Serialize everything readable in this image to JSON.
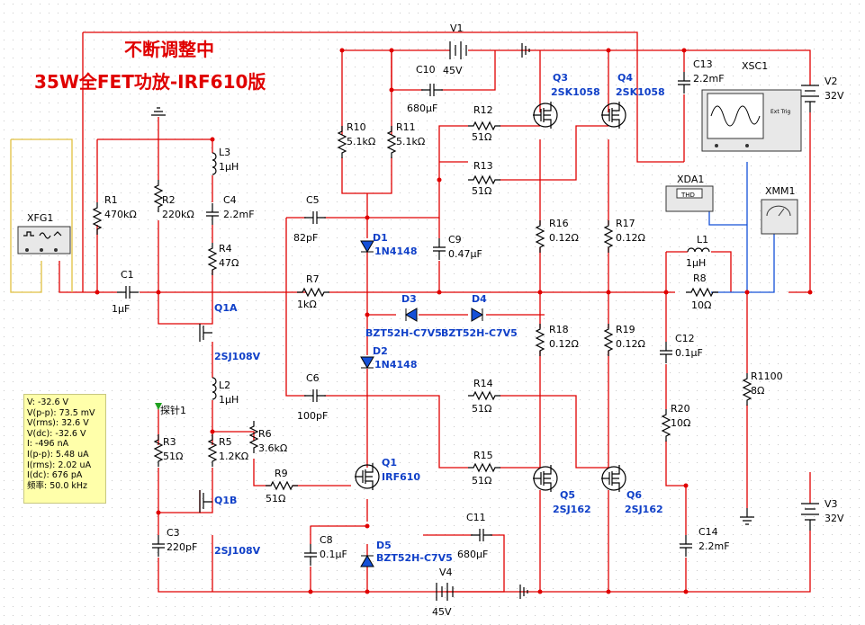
{
  "title": {
    "line1": "不断调整中",
    "line2": "35W全FET功放-IRF610版"
  },
  "components": {
    "V1": {
      "name": "V1",
      "value": "45V"
    },
    "V2": {
      "name": "V2",
      "value": "32V"
    },
    "V3": {
      "name": "V3",
      "value": "32V"
    },
    "V4": {
      "name": "V4",
      "value": "45V"
    },
    "XFG1": {
      "name": "XFG1"
    },
    "XSC1": {
      "name": "XSC1",
      "ext_trig": "Ext Trig"
    },
    "XDA1": {
      "name": "XDA1",
      "display": "THD"
    },
    "XMM1": {
      "name": "XMM1"
    },
    "R1": {
      "name": "R1",
      "value": "470kΩ"
    },
    "R2": {
      "name": "R2",
      "value": "220kΩ"
    },
    "R3": {
      "name": "R3",
      "value": "51Ω"
    },
    "R4": {
      "name": "R4",
      "value": "47Ω"
    },
    "R5": {
      "name": "R5",
      "value": "1.2KΩ"
    },
    "R6": {
      "name": "R6",
      "value": "3.6kΩ"
    },
    "R7": {
      "name": "R7",
      "value": "1kΩ"
    },
    "R8": {
      "name": "R8",
      "value": "10Ω"
    },
    "R9": {
      "name": "R9",
      "value": "51Ω"
    },
    "R10": {
      "name": "R10",
      "value": "5.1kΩ"
    },
    "R11": {
      "name": "R11",
      "value": "5.1kΩ"
    },
    "R12": {
      "name": "R12",
      "value": "51Ω"
    },
    "R13": {
      "name": "R13",
      "value": "51Ω"
    },
    "R14": {
      "name": "R14",
      "value": "51Ω"
    },
    "R15": {
      "name": "R15",
      "value": "51Ω"
    },
    "R16": {
      "name": "R16",
      "value": "0.12Ω"
    },
    "R17": {
      "name": "R17",
      "value": "0.12Ω"
    },
    "R18": {
      "name": "R18",
      "value": "0.12Ω"
    },
    "R19": {
      "name": "R19",
      "value": "0.12Ω"
    },
    "R20": {
      "name": "R20",
      "value": "10Ω"
    },
    "R1100": {
      "name": "R1100",
      "value": "8Ω"
    },
    "C1": {
      "name": "C1",
      "value": "1µF"
    },
    "C3": {
      "name": "C3",
      "value": "220pF"
    },
    "C4": {
      "name": "C4",
      "value": "2.2mF"
    },
    "C5": {
      "name": "C5",
      "value": "82pF"
    },
    "C6": {
      "name": "C6",
      "value": "100pF"
    },
    "C8": {
      "name": "C8",
      "value": "0.1µF"
    },
    "C9": {
      "name": "C9",
      "value": "0.47µF"
    },
    "C10": {
      "name": "C10",
      "value": "680µF"
    },
    "C11": {
      "name": "C11",
      "value": "680µF"
    },
    "C12": {
      "name": "C12",
      "value": "0.1µF"
    },
    "C13": {
      "name": "C13",
      "value": "2.2mF"
    },
    "C14": {
      "name": "C14",
      "value": "2.2mF"
    },
    "L1": {
      "name": "L1",
      "value": "1µH"
    },
    "L2": {
      "name": "L2",
      "value": "1µH"
    },
    "L3": {
      "name": "L3",
      "value": "1µH"
    },
    "D1": {
      "name": "D1",
      "value": "1N4148"
    },
    "D2": {
      "name": "D2",
      "value": "1N4148"
    },
    "D3": {
      "name": "D3",
      "value": "BZT52H-C7V5"
    },
    "D4": {
      "name": "D4",
      "value": "BZT52H-C7V5"
    },
    "D5": {
      "name": "D5",
      "value": "BZT52H-C7V5"
    },
    "Q1": {
      "name": "Q1",
      "value": "IRF610"
    },
    "Q1A": {
      "name": "Q1A",
      "value": "2SJ108V"
    },
    "Q1B": {
      "name": "Q1B",
      "value": "2SJ108V"
    },
    "Q3": {
      "name": "Q3",
      "value": "2SK1058"
    },
    "Q4": {
      "name": "Q4",
      "value": "2SK1058"
    },
    "Q5": {
      "name": "Q5",
      "value": "2SJ162"
    },
    "Q6": {
      "name": "Q6",
      "value": "2SJ162"
    }
  },
  "probe": {
    "label": "探针1",
    "readings": [
      "V: -32.6 V",
      "V(p-p): 73.5 mV",
      "V(rms): 32.6 V",
      "V(dc): -32.6 V",
      "I: -496 nA",
      "I(p-p): 5.48 uA",
      "I(rms): 2.02 uA",
      "I(dc): 676 pA",
      "频率: 50.0 kHz"
    ]
  },
  "colors": {
    "wire": "#e00000",
    "signal_wire": "#1450d8",
    "label_blue": "#1040c8",
    "probe_bg": "#ffffaa"
  }
}
